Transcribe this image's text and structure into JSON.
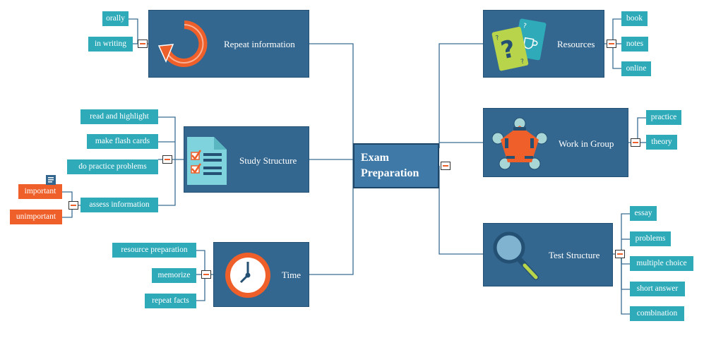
{
  "central": {
    "line1": "Exam",
    "line2": "Preparation"
  },
  "topics": {
    "repeat": "Repeat information",
    "study": "Study Structure",
    "time": "Time",
    "resources": "Resources",
    "group": "Work in Group",
    "test": "Test Structure"
  },
  "leaves": {
    "repeat": [
      "orally",
      "in writing"
    ],
    "study": [
      "read and highlight",
      "make flash cards",
      "do practice  problems",
      "assess information"
    ],
    "assess": [
      "important",
      "unimportant"
    ],
    "time": [
      "resource preparation",
      "memorize",
      "repeat facts"
    ],
    "resources": [
      "book",
      "notes",
      "online"
    ],
    "group": [
      "practice",
      "theory"
    ],
    "test": [
      "essay",
      "problems",
      "multiple choice",
      "short answer",
      "combination"
    ]
  },
  "colors": {
    "topic": "#34678f",
    "central": "#3e79a8",
    "leaf": "#2eaab9",
    "priority": "#ef5f2a",
    "line": "#3a6d92"
  }
}
